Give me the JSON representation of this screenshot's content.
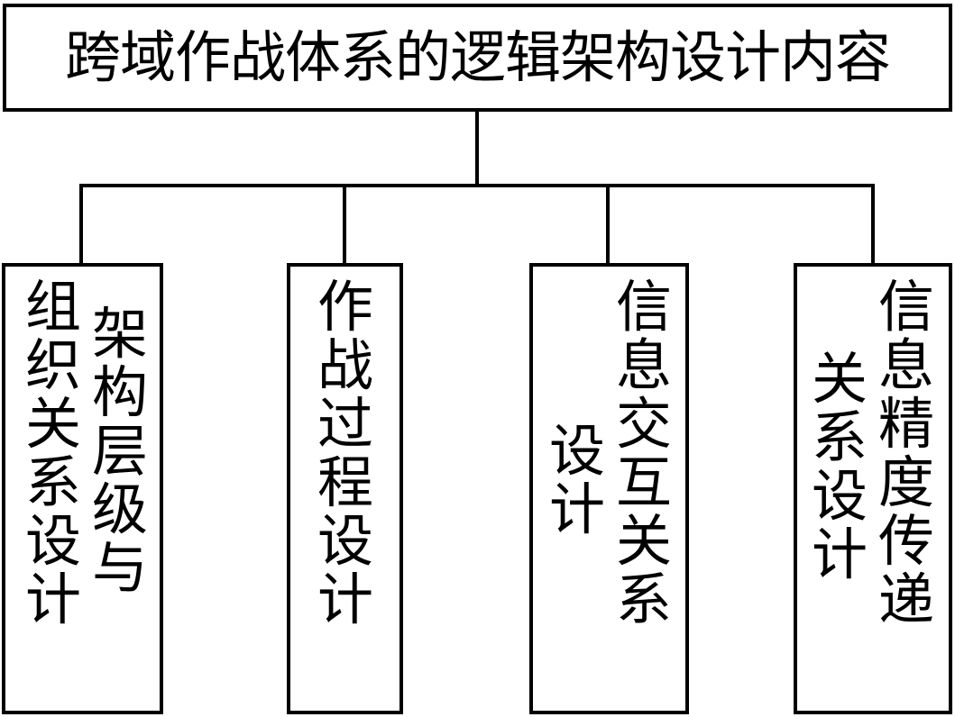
{
  "root": {
    "title": "跨域作战体系的逻辑架构设计内容"
  },
  "children": [
    {
      "columns": [
        "架构层级与",
        "组织关系设计"
      ]
    },
    {
      "columns": [
        "作战过程设计"
      ]
    },
    {
      "columns": [
        "信息交互关系",
        "设计"
      ]
    },
    {
      "columns": [
        "信息精度传递",
        "关系设计"
      ]
    }
  ]
}
